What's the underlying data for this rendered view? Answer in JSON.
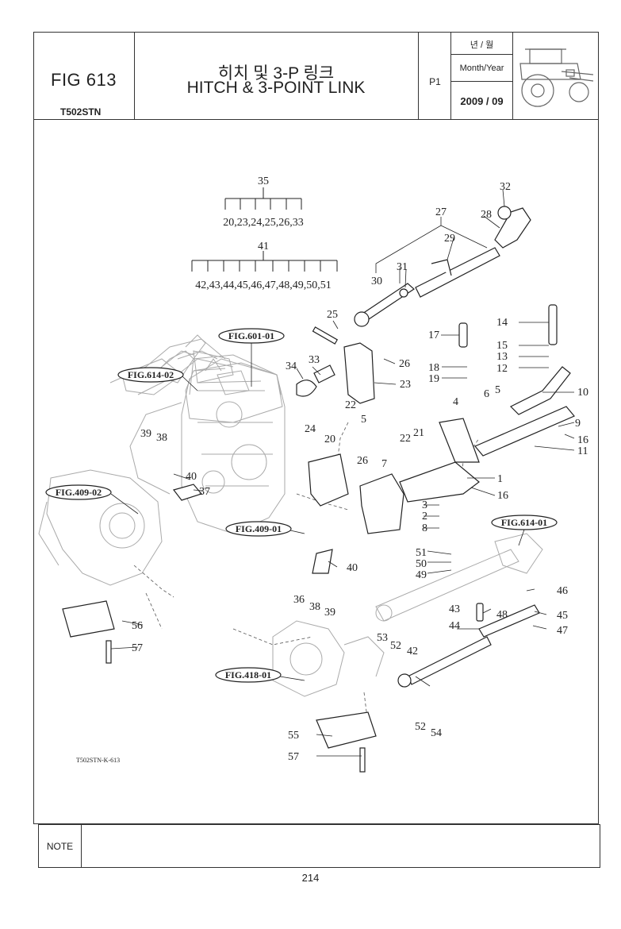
{
  "header": {
    "fig_number": "FIG 613",
    "model": "T502STN",
    "title_ko": "히치 및 3-P 링크",
    "title_en": "HITCH & 3-POINT LINK",
    "page_label": "P1",
    "date_label_ko": "년 / 월",
    "date_label_en": "Month/Year",
    "date_value": "2009 / 09"
  },
  "diagram": {
    "code": "T502STN-K-613",
    "group_35": {
      "parent": "35",
      "children": "20,23,24,25,26,33"
    },
    "group_41": {
      "parent": "41",
      "children": "42,43,44,45,46,47,48,49,50,51"
    },
    "refs": [
      "FIG.601-01",
      "FIG.614-02",
      "FIG.409-02",
      "FIG.409-01",
      "FIG.614-01",
      "FIG.418-01"
    ],
    "parts": [
      "27",
      "28",
      "32",
      "29",
      "31",
      "30",
      "25",
      "26",
      "23",
      "33",
      "34",
      "17",
      "14",
      "15",
      "13",
      "12",
      "10",
      "18",
      "19",
      "5",
      "6",
      "4",
      "9",
      "16",
      "11",
      "22",
      "21",
      "24",
      "20",
      "22",
      "5",
      "7",
      "26",
      "1",
      "16",
      "3",
      "2",
      "8",
      "39",
      "38",
      "40",
      "37",
      "51",
      "50",
      "49",
      "40",
      "36",
      "38",
      "39",
      "46",
      "48",
      "45",
      "47",
      "43",
      "44",
      "53",
      "52",
      "42",
      "52",
      "54",
      "55",
      "57",
      "56",
      "57"
    ]
  },
  "note": {
    "label": "NOTE"
  },
  "footer": {
    "page_number": "214"
  }
}
